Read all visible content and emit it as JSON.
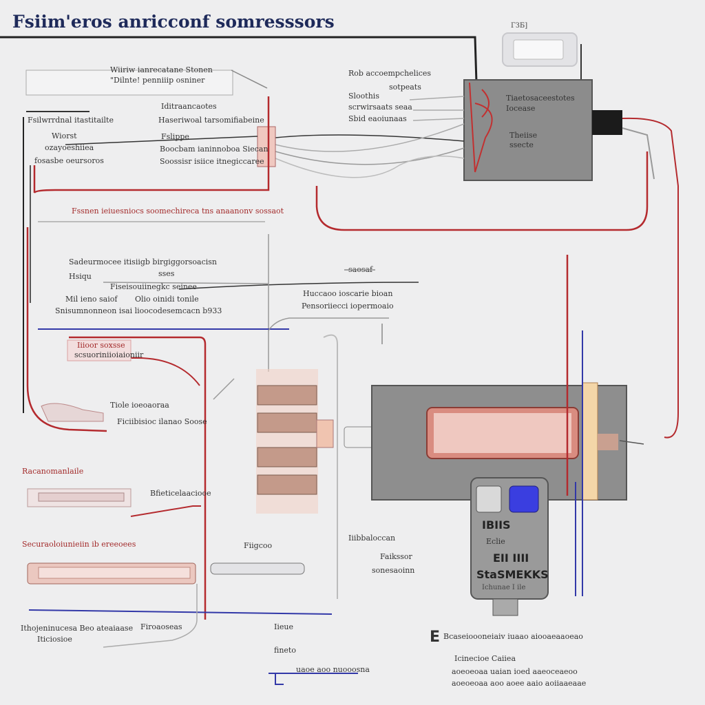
{
  "title": "Fsiim'eros anricconf somresssors",
  "colors": {
    "wire_black": "#222222",
    "wire_red": "#b42a2e",
    "wire_blue": "#3238a8",
    "wire_gray": "#9a9a9a",
    "housing": "#8c8c8c",
    "coil": "#d98c80"
  },
  "labels": {
    "top_box_code": "ГЗБ]",
    "block1_line1": "Wiiriw ianrecatane Stonen",
    "block1_line2": "\"Dilnte! penniiip osniner",
    "left_label_1": "Fsilwrrdnal itastitailte",
    "left_label_2": "Wiorst",
    "left_label_3": "ozayoeshiiea",
    "left_label_4": "fosasbe oeursoros",
    "center_label_1": "Iditraancaotes",
    "center_label_2": "Haseriwoal tarsomifiabeine",
    "center_label_3": "Fslippe",
    "center_label_4": "Boocbam ianinnoboa Siecan",
    "center_label_5": "Soossisr isiice itnegiccaree",
    "module_left_1": "Rob accoempchelices",
    "module_left_2": "Sloothis",
    "module_left_3": "sotpeats",
    "module_left_4": "scrwirsaats seaa",
    "module_left_5": "Sbid eaoiunaas",
    "module_right_1": "Tiaetosaceestotes",
    "module_right_2": "Iocease",
    "module_right_3": "Theiise",
    "module_right_4": "ssecte",
    "red_heading": "Fssnen ieiuesniocs soomechireca tns anaanonv sossaot",
    "mid_1": "Sadeurmocee itisiigb birgiggorsoacisn",
    "mid_2": "Hsiqu",
    "mid_3": "sses",
    "mid_4": "Fiseisouiinegkc seinee",
    "mid_5": "Mil ieno saiof",
    "mid_6": "Olio oinidi tonile",
    "mid_7": "Snisumnonneon isai lioocodesemcacn b933",
    "mid_8": "saosaf",
    "mid_9": "Huccaoo ioscarie bioan",
    "mid_10": "Pensoriiecci iopermoaio",
    "red_label_1": "Iiioor soxsse",
    "red_label_2": "scsuoriniioiaioniir",
    "left_small_1": "Tiole ioeoaoraa",
    "left_small_2": "Ficiibisioc ilanao Soose",
    "red_label_3": "Racanomanlaile",
    "left_small_3": "Bfieticelaaciooe",
    "red_label_4": "Securaoloiunieiin ib ereeoees",
    "bottom_mid_1": "Fiigcoo",
    "bottom_mid_2": "Iiibbaloccan",
    "bottom_mid_3": "Faikssor",
    "bottom_mid_4": "sonesaoinn",
    "bottom_left_1": "Ithojeninucesa Beo ateaiaase",
    "bottom_left_2": "Iticiosioe",
    "bottom_left_3": "Firoaoseas",
    "bottom_left_4": "Iieue",
    "bottom_left_5": "fineto",
    "bottom_left_6": "uaoe aoo nuooosna",
    "part_line_1": "IBIIS",
    "part_line_2": "Eclie",
    "part_line_3": "EII IIII",
    "part_line_4": "StaSMEKKS",
    "part_line_5": "Ichunae I ile",
    "e_letter": "E",
    "e_caption": "Bcaseioooneiaiv iuaao aiooaeaaoeao",
    "br_1": "Icinecioe Caiiea",
    "br_2": "aoeoeoaa uaian ioed aaeoceaeoo",
    "br_3": "aoeoeoaa aoo aoee aaio aoiiaaeaae"
  }
}
